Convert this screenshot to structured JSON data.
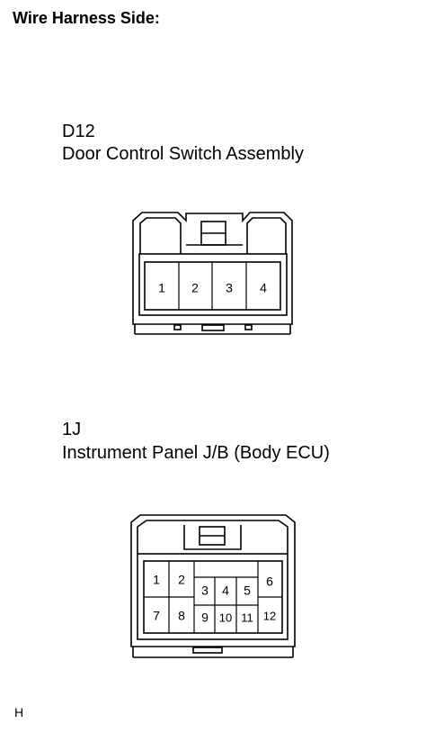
{
  "header": {
    "title": "Wire Harness Side:"
  },
  "connectors": [
    {
      "id": "D12",
      "name": "Door Control Switch Assembly",
      "pins": [
        "1",
        "2",
        "3",
        "4"
      ]
    },
    {
      "id": "1J",
      "name": "Instrument Panel J/B (Body ECU)",
      "pins": [
        "1",
        "2",
        "3",
        "4",
        "5",
        "6",
        "7",
        "8",
        "9",
        "10",
        "11",
        "12"
      ]
    }
  ],
  "footer": {
    "code": "H"
  }
}
